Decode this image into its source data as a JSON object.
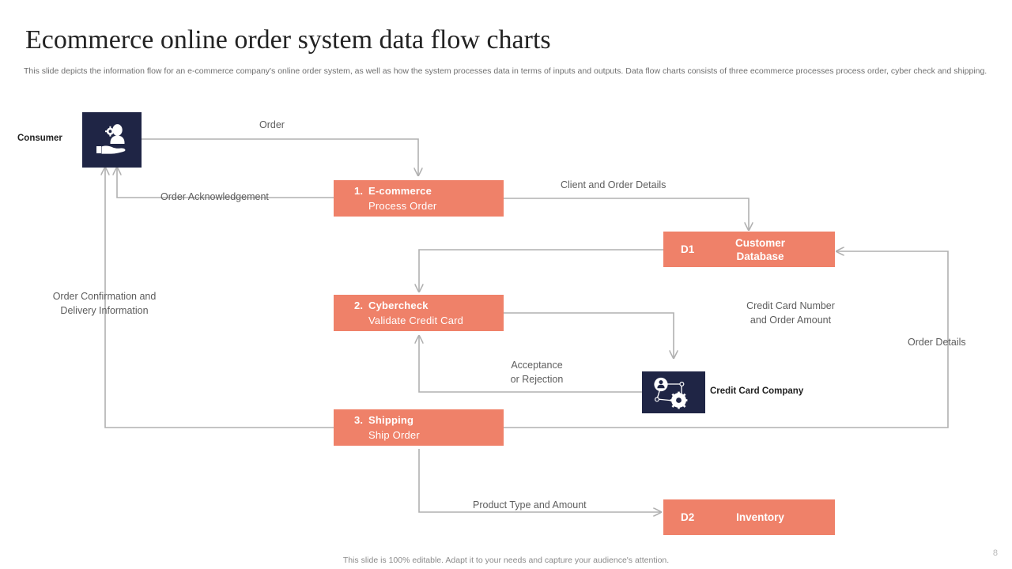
{
  "slide": {
    "title": "Ecommerce online order system data flow charts",
    "subtitle": "This slide depicts the information flow for an e-commerce company's online order system, as well as how the system processes data in terms of inputs and outputs. Data flow charts consists of three ecommerce processes process order, cyber check and shipping.",
    "footer": "This slide is 100% editable. Adapt it to your needs and capture your audience's attention.",
    "page_number": "8"
  },
  "colors": {
    "process": "#ef8169",
    "datastore": "#ef8169",
    "entity": "#1f2545",
    "connector": "#b0b0b0",
    "label_text": "#5d5d5d",
    "title_text": "#222222"
  },
  "entities": [
    {
      "id": "consumer",
      "label": "Consumer",
      "icon": "hand-holding-user-icon"
    },
    {
      "id": "credit-card-company",
      "label": "Credit Card Company",
      "icon": "network-gear-user-icon"
    }
  ],
  "processes": [
    {
      "id": "process-order",
      "number": "1.",
      "name": "E-commerce",
      "action": "Process Order"
    },
    {
      "id": "cybercheck",
      "number": "2.",
      "name": "Cybercheck",
      "action": "Validate Credit Card"
    },
    {
      "id": "shipping",
      "number": "3.",
      "name": "Shipping",
      "action": "Ship Order"
    }
  ],
  "datastores": [
    {
      "id": "d1",
      "code": "D1",
      "name_line1": "Customer",
      "name_line2": "Database"
    },
    {
      "id": "d2",
      "code": "D2",
      "name_line1": "Inventory",
      "name_line2": ""
    }
  ],
  "flows": [
    {
      "id": "order",
      "label": "Order",
      "from": "consumer",
      "to": "process-order"
    },
    {
      "id": "order-acknowledgement",
      "label": "Order Acknowledgement",
      "from": "process-order",
      "to": "consumer"
    },
    {
      "id": "client-and-order-details",
      "label": "Client and Order Details",
      "from": "process-order",
      "to": "d1"
    },
    {
      "id": "credit-card-number-and-order-amount",
      "label_line1": "Credit Card Number",
      "label_line2": "and Order Amount",
      "from": "cybercheck",
      "to": "credit-card-company"
    },
    {
      "id": "acceptance-or-rejection",
      "label_line1": "Acceptance",
      "label_line2": "or Rejection",
      "from": "credit-card-company",
      "to": "cybercheck"
    },
    {
      "id": "order-details",
      "label": "Order Details",
      "from": "shipping",
      "to": "d1"
    },
    {
      "id": "order-confirmation-and-delivery-information",
      "label_line1": "Order Confirmation and",
      "label_line2": "Delivery Information",
      "from": "shipping",
      "to": "consumer"
    },
    {
      "id": "product-type-and-amount",
      "label": "Product Type and Amount",
      "from": "shipping",
      "to": "d2"
    }
  ]
}
